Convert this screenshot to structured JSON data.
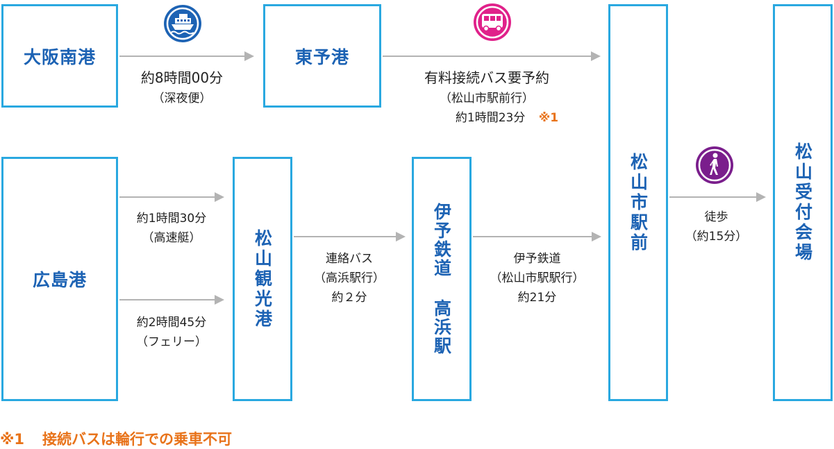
{
  "nodes": {
    "osaka_minami": "大阪南港",
    "toyo": "東予港",
    "hiroshima": "広島港",
    "matsuyama_kanko": "松山観光港",
    "iyo_takahama": "伊予鉄道 高浜駅",
    "matsuyama_station": "松山市駅前",
    "venue": "松山受付会場"
  },
  "edges": {
    "osaka_to_toyo": {
      "line1": "約8時間00分",
      "line2": "（深夜便）"
    },
    "toyo_to_station": {
      "line1": "有料接続バス要予約",
      "line2": "（松山市駅前行）",
      "line3": "約1時間23分",
      "mark": "※1"
    },
    "hiroshima_fast": {
      "line1": "約1時間30分",
      "line2": "（高速艇）"
    },
    "hiroshima_ferry": {
      "line1": "約2時間45分",
      "line2": "（フェリー）"
    },
    "kanko_to_takahama": {
      "line1": "連絡バス",
      "line2": "（高浜駅行）",
      "line3": "約２分"
    },
    "takahama_to_station": {
      "line1": "伊予鉄道",
      "line2": "（松山市駅駅行）",
      "line3": "約21分"
    },
    "station_to_venue": {
      "line1": "徒歩",
      "line2": "（約15分）"
    }
  },
  "icons": {
    "ship": {
      "name": "ship-icon",
      "color": "#1d63b4"
    },
    "bus": {
      "name": "bus-icon",
      "color": "#e0218a"
    },
    "walk": {
      "name": "walking-person-icon",
      "color": "#7a1e8c"
    }
  },
  "footnote": {
    "mark": "※1",
    "text": "接続バスは輪行での乗車不可"
  },
  "colors": {
    "box_border": "#29a8e0",
    "node_text": "#1d63b4",
    "arrow": "#b3b3b3",
    "note": "#e8731a"
  }
}
